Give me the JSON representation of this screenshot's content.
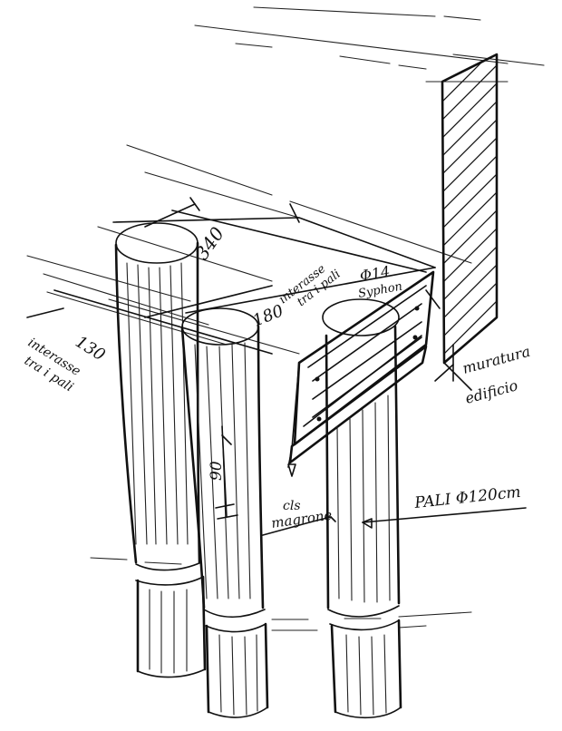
{
  "labels": {
    "dim_340": "340",
    "dim_180": "180",
    "dim_130": "130",
    "dim_90": "90",
    "interasse_1": "interasse",
    "interasse_1b": "tra i pali",
    "interasse_2": "interasse",
    "interasse_2b": "tra i pali",
    "rebar": "Φ14",
    "rebar_b": "Syphon",
    "concrete_1": "cls",
    "concrete_2": "magrone",
    "piles": "PALI Φ120cm",
    "wall_1": "muratura",
    "wall_2": "edificio"
  },
  "colors": {
    "ink": "#111111",
    "paper": "#ffffff"
  }
}
